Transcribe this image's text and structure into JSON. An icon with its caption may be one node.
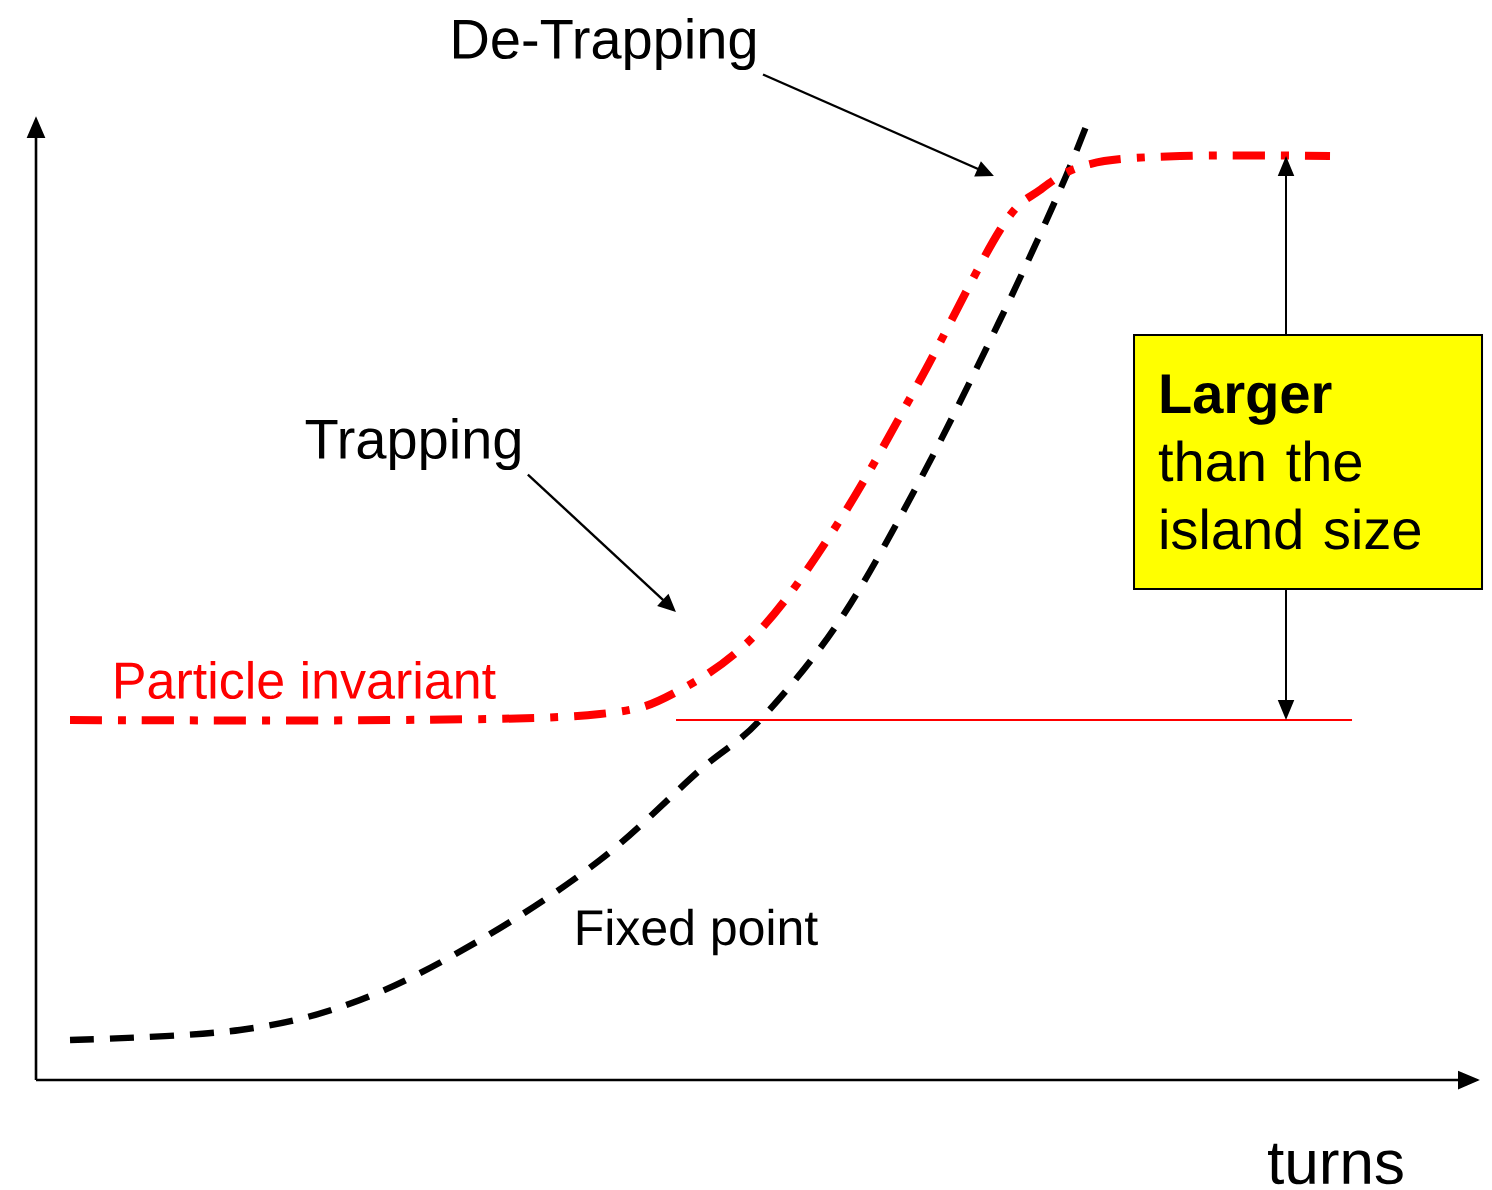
{
  "diagram": {
    "nodes": [
      {
        "text": [
          "De-Trapping"
        ]
      },
      {
        "text": [
          "Trapping"
        ]
      },
      {
        "text": [
          "**Larger** than the island size"
        ]
      }
    ],
    "edges": [
      {
        "from": 0,
        "to": null,
        "arrow": "to"
      },
      {
        "from": 1,
        "to": null,
        "arrow": "to"
      }
    ],
    "labels": [
      "Particle invariant",
      "Fixed point",
      "turns"
    ]
  }
}
